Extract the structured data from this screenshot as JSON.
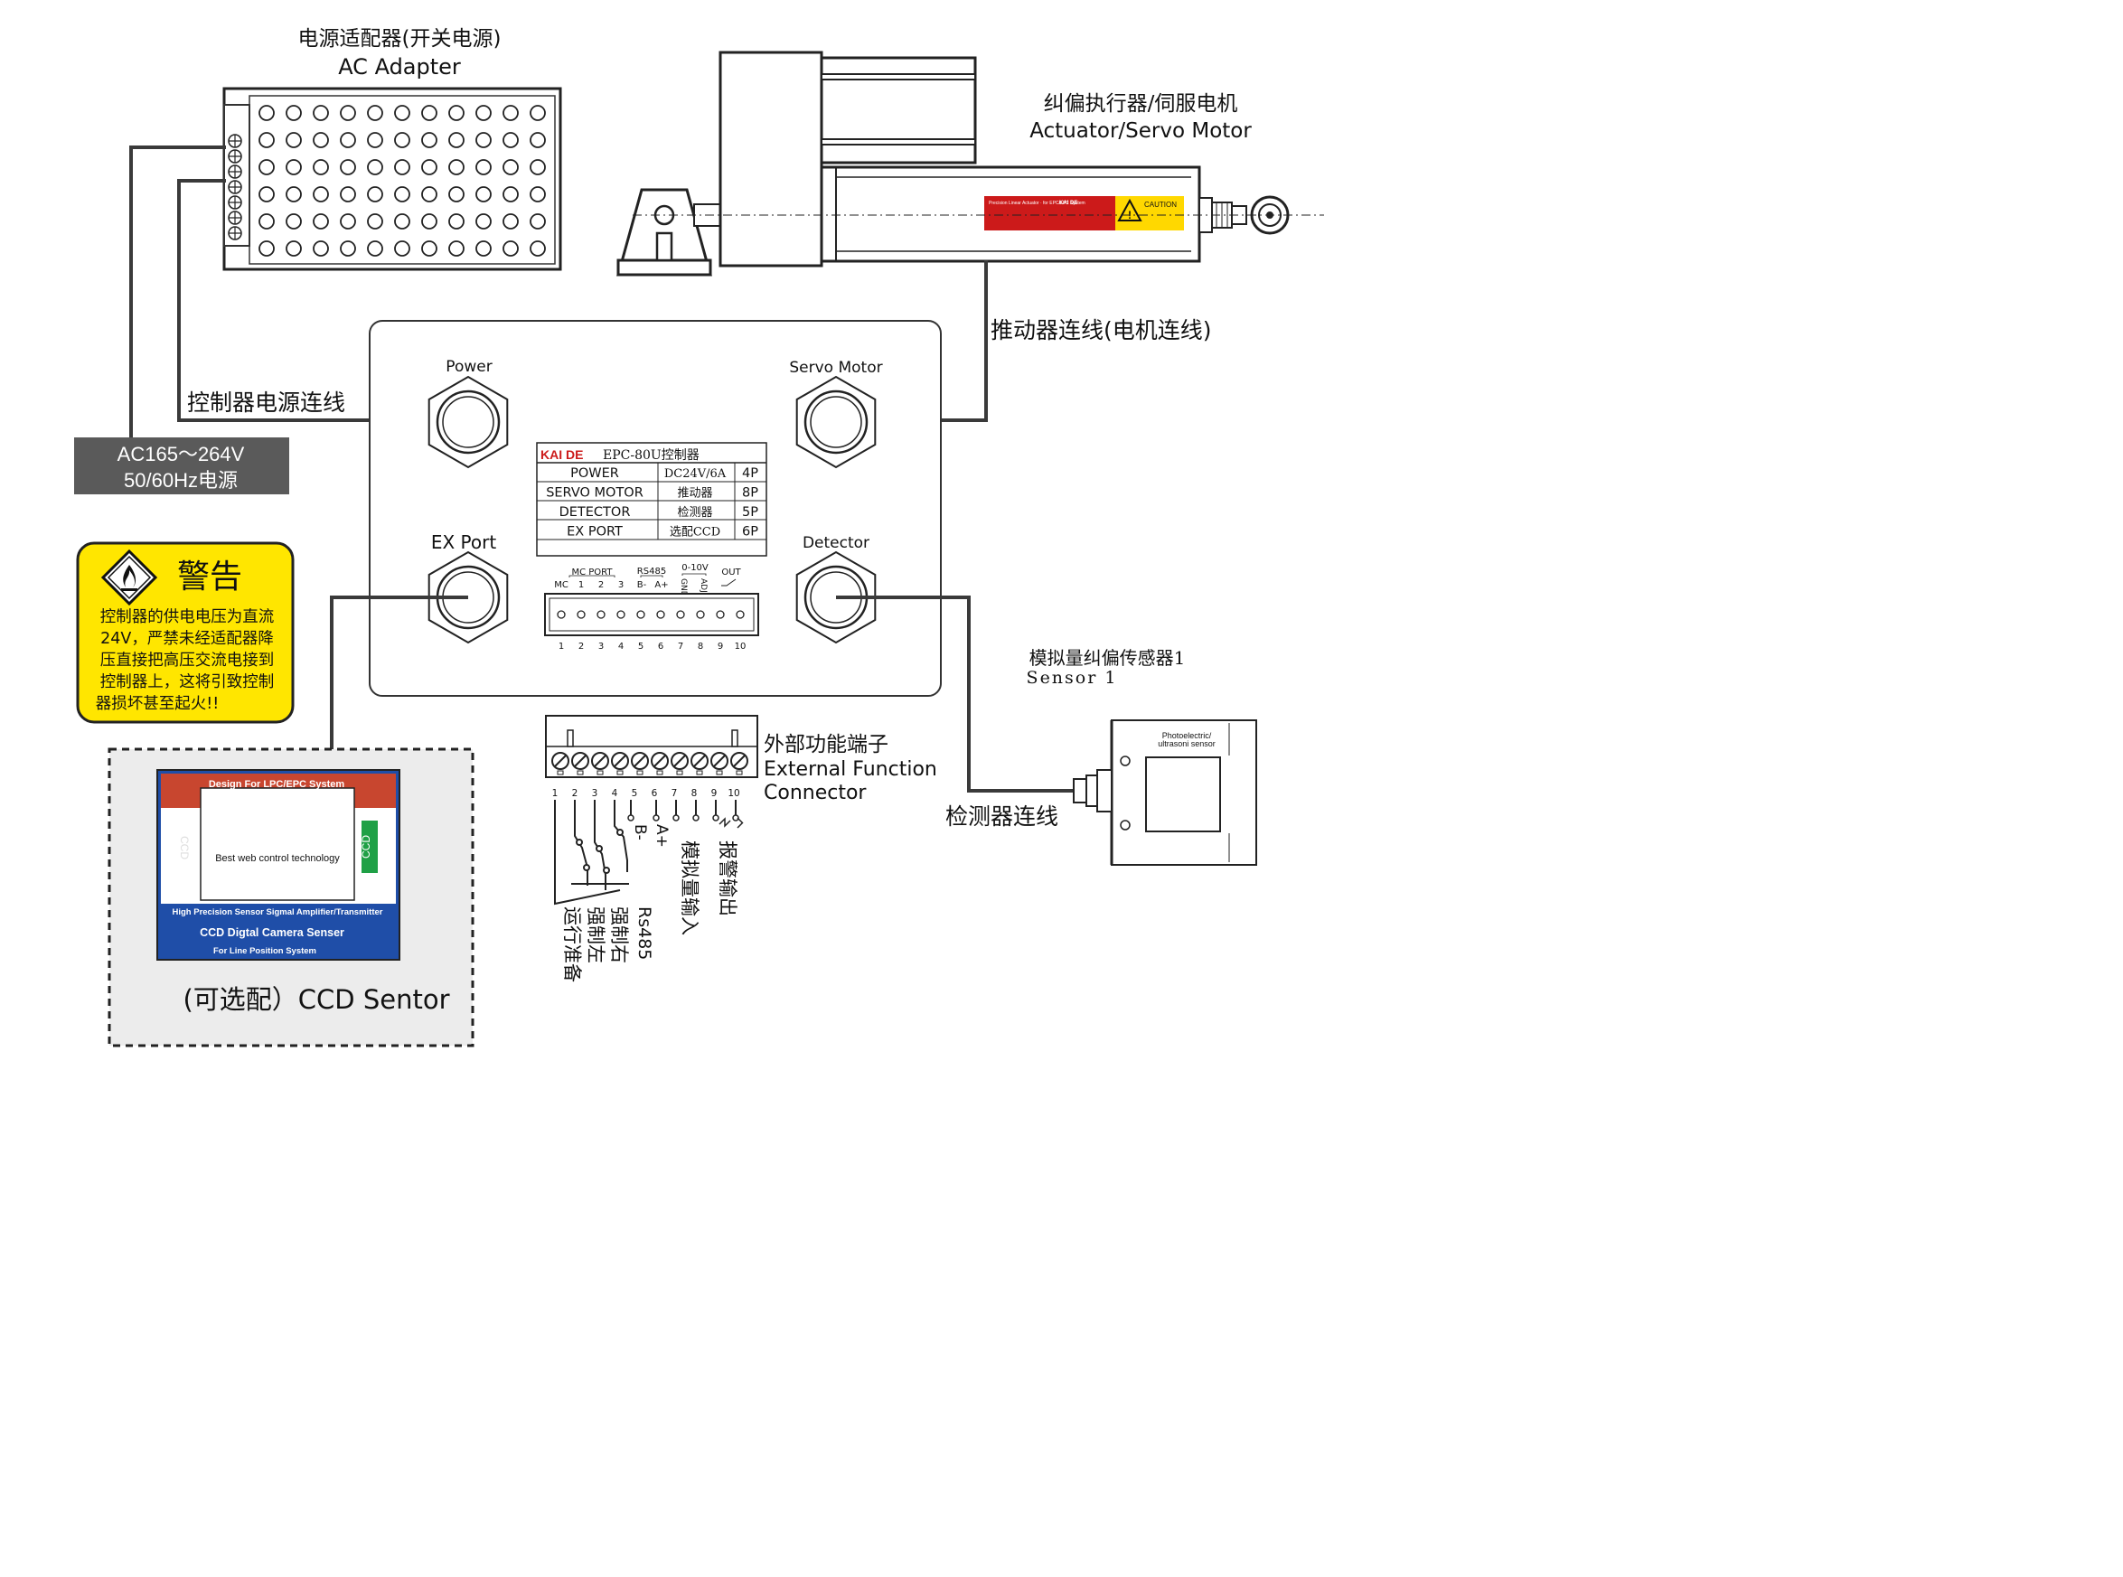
{
  "colors": {
    "line": "#3a3a3a",
    "ac_box": "#5a5a5a",
    "warning_bg": "#ffe600",
    "actuator_label_red": "#cc1a1a",
    "actuator_label_yellow": "#ffd800",
    "ccd_red": "#c8462f",
    "ccd_blue": "#1f4ea8",
    "ccd_green": "#1fa046",
    "optional_bg": "#ececec"
  },
  "adapter": {
    "title_cn": "电源适配器(开关电源)",
    "title_en": "AC Adapter"
  },
  "actuator": {
    "title_cn": "纠偏执行器/伺服电机",
    "title_en": "Actuator/Servo Motor",
    "plate_brand": "KAI DE",
    "caution": "CAUTION"
  },
  "cables": {
    "motor_cable": "推动器连线(电机连线)",
    "power_cable": "控制器电源连线",
    "detector_cable": "检测器连线"
  },
  "ac_source": {
    "line1": "AC165～264V",
    "line2": "50/60Hz电源"
  },
  "warning": {
    "title": "警告",
    "lines": [
      "控制器的供电电压为直流",
      "24V，严禁未经适配器降",
      "压直接把高压交流电接到",
      "控制器上，这将引致控制",
      "器损坏甚至起火!!"
    ]
  },
  "controller": {
    "ports": {
      "power": "Power",
      "servo": "Servo Motor",
      "ex": "EX Port",
      "detector": "Detector"
    },
    "table": {
      "brand": "KAI DE",
      "model": "EPC-80U控制器",
      "rows": [
        [
          "POWER",
          "DC24V/6A",
          "4P"
        ],
        [
          "SERVO MOTOR",
          "推动器",
          "8P"
        ],
        [
          "DETECTOR",
          "检测器",
          "5P"
        ],
        [
          "EX PORT",
          "选配CCD",
          "6P"
        ]
      ]
    },
    "terminal_header": {
      "mc_port": "MC PORT",
      "mc": "MC",
      "n1": "1",
      "n2": "2",
      "n3": "3",
      "rs485": "RS485",
      "b_minus": "B-",
      "a_plus": "A+",
      "v010": "0-10V",
      "gnd": "GND",
      "adj": "ADJ",
      "out": "OUT"
    },
    "terminal_numbers": [
      "1",
      "2",
      "3",
      "4",
      "5",
      "6",
      "7",
      "8",
      "9",
      "10"
    ]
  },
  "sensor": {
    "title_cn": "模拟量纠偏传感器1",
    "title_en": "Sensor 1",
    "body_text_1": "Photoelectric/",
    "body_text_2": "ultrasoni sensor"
  },
  "ext_connector": {
    "title_cn": "外部功能端子",
    "title_en_1": "External Function",
    "title_en_2": "Connector",
    "numbers": [
      "1",
      "2",
      "3",
      "4",
      "5",
      "6",
      "7",
      "8",
      "9",
      "10"
    ],
    "b_minus": "B-",
    "a_plus": "A+",
    "labels": {
      "alarm": "报警输出",
      "analog": "模拟量输入",
      "rs485": "Rs485",
      "force_right": "强制右",
      "force_left": "强制左",
      "run_ready": "运行准备"
    }
  },
  "ccd": {
    "banner": "Design For LPC/EPC System",
    "center": "Best web control technology",
    "side_left": "CCD",
    "side_right": "CCD",
    "strip": "High Precision Sensor Sigmal Amplifier/Transmitter",
    "name": "CCD Digtal Camera Senser",
    "sub": "For Line Position System",
    "caption": "(可选配）CCD Sentor"
  }
}
